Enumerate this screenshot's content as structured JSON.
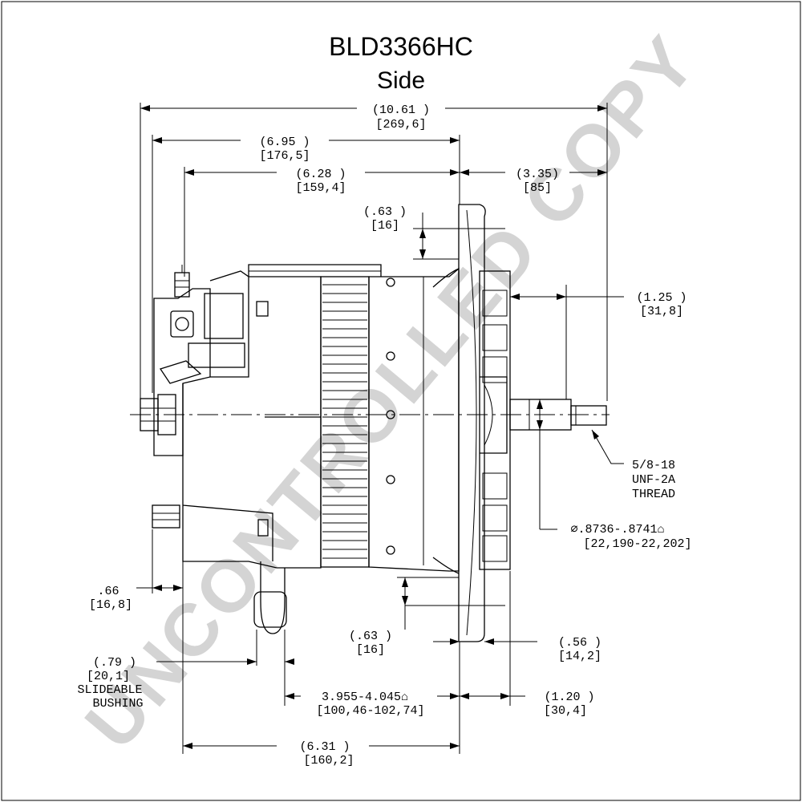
{
  "title": "BLD3366HC",
  "view": "Side",
  "watermark": "UNCONTROLLED COPY",
  "dimensions": {
    "overall_length": {
      "in": "(10.61   )",
      "mm": "[269,6]"
    },
    "length_6_95": {
      "in": "(6.95   )",
      "mm": "[176,5]"
    },
    "length_6_28": {
      "in": "(6.28   )",
      "mm": "[159,4]"
    },
    "length_3_35": {
      "in": "(3.35)",
      "mm": "[85]"
    },
    "flange_top": {
      "in": "(.63 )",
      "mm": "[16]"
    },
    "shaft_1_25": {
      "in": "(1.25   )",
      "mm": "[31,8]"
    },
    "thread": {
      "l1": "5/8-18",
      "l2": "UNF-2A",
      "l3": "THREAD"
    },
    "shaft_dia": {
      "in": "∅.8736-.8741⌂",
      "mm": "[22,190-22,202]"
    },
    "foot_66": {
      "in": ".66",
      "mm": "[16,8]"
    },
    "flange_bottom": {
      "in": "(.63 )",
      "mm": "[16]"
    },
    "flange_56": {
      "in": "(.56   )",
      "mm": "[14,2]"
    },
    "bushing": {
      "in": "(.79    )",
      "mm": "[20,1]",
      "l1": "SLIDEABLE",
      "l2": "BUSHING"
    },
    "mount_span": {
      "in": "3.955-4.045⌂",
      "mm": "[100,46-102,74]"
    },
    "pulley_1_20": {
      "in": "(1.20   )",
      "mm": "[30,4]"
    },
    "body_6_31": {
      "in": "(6.31   )",
      "mm": "[160,2]"
    }
  }
}
